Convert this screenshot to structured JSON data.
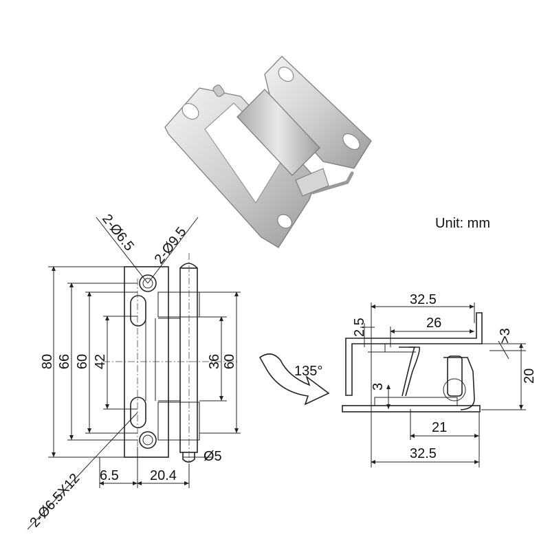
{
  "unit_label": "Unit: mm",
  "angle_label": "135°",
  "front_view": {
    "dims_left": [
      "80",
      "66",
      "60",
      "42"
    ],
    "dims_right": [
      "36",
      "60"
    ],
    "hole_callout_top_a": "2-Ø6.5",
    "hole_callout_top_b": "2-Ø9.5",
    "slot_callout": "2-Ø6.5X12",
    "dim_bottom_a": "6.5",
    "dim_bottom_b": "20.4",
    "pin_dia": "Ø5"
  },
  "side_view": {
    "dim_top_a": "32.5",
    "dim_top_b": "26",
    "dim_thickness": "2.5",
    "dim_gap": ">3",
    "dim_height": "20",
    "dim_inner": "3",
    "dim_bottom_a": "21",
    "dim_bottom_b": "32.5"
  },
  "colors": {
    "metal_light": "#e6e6e6",
    "metal_mid": "#bdbdbd",
    "metal_dark": "#8c8c8c",
    "line": "#222222"
  }
}
